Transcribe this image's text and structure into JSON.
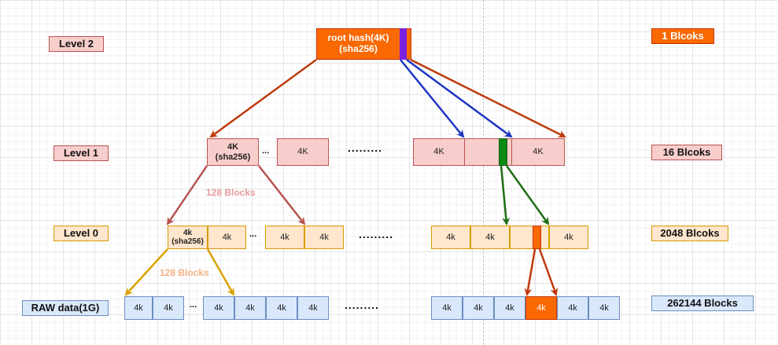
{
  "levels": {
    "level2": "Level 2",
    "level1": "Level 1",
    "level0": "Level 0",
    "raw": "RAW data(1G)"
  },
  "counts": {
    "level2": "1 Blcoks",
    "level1": "16 Blcoks",
    "level0": "2048 Blcoks",
    "raw": "262144 Blocks"
  },
  "root": {
    "line1": "root hash(4K)",
    "line2": "(sha256)"
  },
  "level1_nodes": {
    "first_line1": "4K",
    "first_line2": "(sha256)",
    "block": "4K"
  },
  "level0_nodes": {
    "first_line1": "4k",
    "first_line2": "(sha256)",
    "block": "4k"
  },
  "raw_nodes": {
    "block": "4k"
  },
  "annotations": {
    "fanout_level1": "128 Blocks",
    "fanout_level0": "128 Blocks"
  },
  "ellipsis": {
    "short": "...",
    "long": "........."
  },
  "colors": {
    "arrow_red": "#c0390b",
    "arrow_blue": "#1f35c4",
    "arrow_green": "#1f6e15",
    "arrow_rose": "#b85450",
    "arrow_gold": "#d9a300",
    "accent_orange": "#fa6800",
    "highlight_purple": "#7b1fe0",
    "highlight_green": "#0b8a13",
    "fanout_rose_text": "#e89a9a",
    "fanout_gold_text": "#f4b183"
  }
}
